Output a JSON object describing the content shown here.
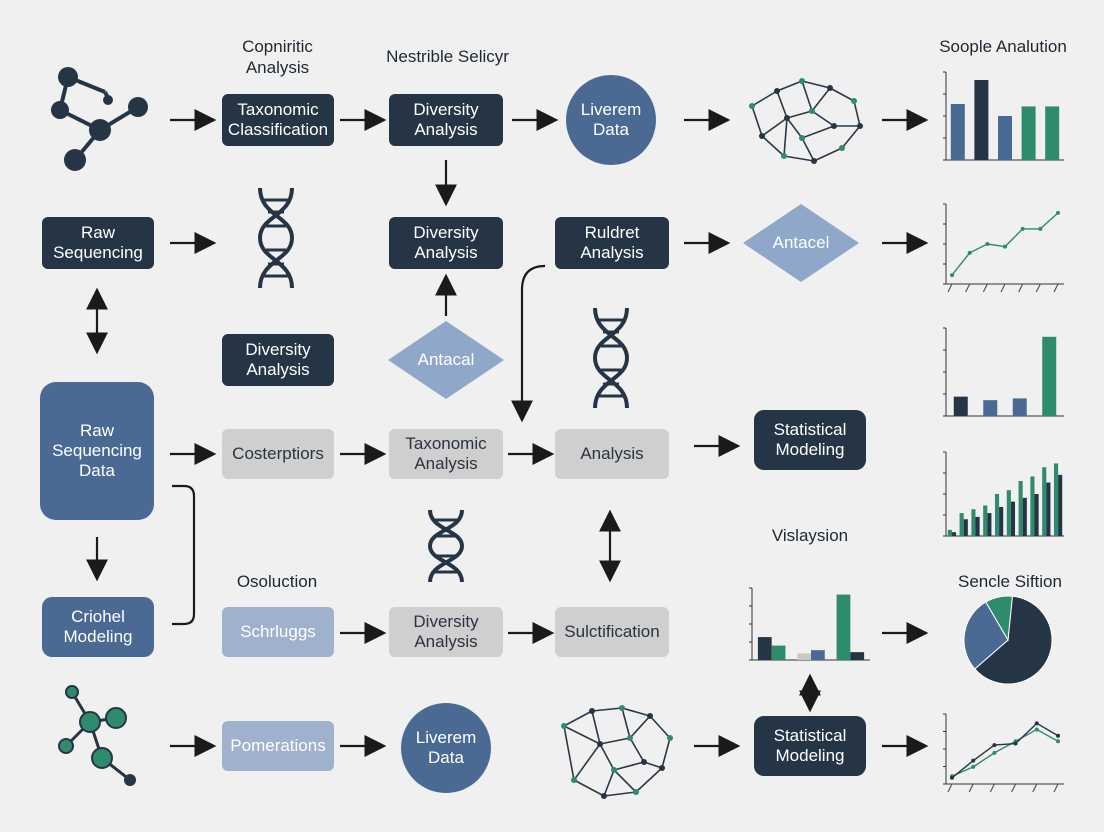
{
  "captions": {
    "col2_top": "Copniritic\nAnalysis",
    "col3_top": "Nestrible Selicyr",
    "right_top": "Soople Analution",
    "vis": "Vislaysion",
    "osol": "Osoluction",
    "pie_title": "Sencle Siftion"
  },
  "nodes": {
    "taxonomic_classification": "Taxonomic\nClassification",
    "diversity_1": "Diversity\nAnalysis",
    "liverem_1": "Liverem\nData",
    "raw_sequencing": "Raw\nSequencing",
    "diversity_2": "Diversity\nAnalysis",
    "ruldret": "Ruldret\nAnalysis",
    "antacel": "Antacel",
    "diversity_3": "Diversity\nAnalysis",
    "antacal": "Antacal",
    "raw_sequencing_data": "Raw\nSequencing\nData",
    "costerptiors": "Costerptiors",
    "taxonomic_analysis": "Taxonomic\nAnalysis",
    "analysis": "Analysis",
    "statistical_1": "Statistical\nModeling",
    "criohel": "Criohel\nModeling",
    "schrluggs": "Schrluggs",
    "diversity_4": "Diversity\nAnalysis",
    "sulctification": "Sulctification",
    "pomerations": "Pomerations",
    "liverem_2": "Liverem\nData",
    "statistical_2": "Statistical\nModeling"
  },
  "colors": {
    "dark": "#263545",
    "blue": "#4a6a93",
    "green": "#2e8b6e",
    "grey_bar": "#c8c8c8",
    "arrow": "#1a1a1a"
  },
  "chart_data": [
    {
      "type": "bar",
      "categories": [
        "",
        "",
        "",
        "",
        ""
      ],
      "series": [
        {
          "values": [
            70,
            100,
            55,
            67,
            67
          ]
        }
      ],
      "colors": [
        "#4a6a93",
        "#263545",
        "#4a6a93",
        "#2e8b6e",
        "#2e8b6e"
      ],
      "ylim": [
        0,
        110
      ]
    },
    {
      "type": "line",
      "x": [
        1,
        2,
        3,
        4,
        5,
        6,
        7
      ],
      "series": [
        {
          "values": [
            10,
            35,
            45,
            42,
            62,
            62,
            80
          ]
        }
      ],
      "ylim": [
        0,
        90
      ]
    },
    {
      "type": "bar",
      "categories": [
        "",
        "",
        "",
        ""
      ],
      "series": [
        {
          "values": [
            22,
            18,
            20,
            90
          ]
        }
      ],
      "colors": [
        "#263545",
        "#4a6a93",
        "#4a6a93",
        "#2e8b6e"
      ],
      "ylim": [
        0,
        100
      ]
    },
    {
      "type": "bar",
      "categories": [
        "",
        "",
        "",
        "",
        "",
        "",
        "",
        "",
        "",
        ""
      ],
      "series": [
        {
          "values": [
            8,
            30,
            35,
            40,
            55,
            60,
            72,
            78,
            90,
            95
          ]
        },
        {
          "values": [
            5,
            22,
            25,
            30,
            38,
            45,
            50,
            55,
            70,
            80
          ]
        }
      ],
      "colors": [
        "#2e8b6e",
        "#263545"
      ],
      "ylim": [
        0,
        110
      ]
    },
    {
      "type": "bar",
      "categories": [
        "",
        "",
        ""
      ],
      "series": [
        {
          "values": [
            35,
            10,
            100
          ]
        },
        {
          "values": [
            22,
            15,
            12
          ]
        }
      ],
      "colors": [
        "#263545",
        "#c8c8c8",
        "#2e8b6e",
        "#4a6a93"
      ],
      "ylim": [
        0,
        110
      ]
    },
    {
      "type": "pie",
      "values": [
        62,
        28,
        10
      ],
      "colors": [
        "#263545",
        "#4a6a93",
        "#2e8b6e"
      ]
    },
    {
      "type": "line",
      "x": [
        1,
        2,
        3,
        4,
        5,
        6
      ],
      "series": [
        {
          "values": [
            10,
            22,
            40,
            55,
            70,
            55
          ]
        },
        {
          "values": [
            8,
            30,
            50,
            52,
            78,
            62
          ]
        }
      ],
      "colors": [
        "#2e8b6e",
        "#263545"
      ],
      "ylim": [
        0,
        90
      ]
    }
  ]
}
